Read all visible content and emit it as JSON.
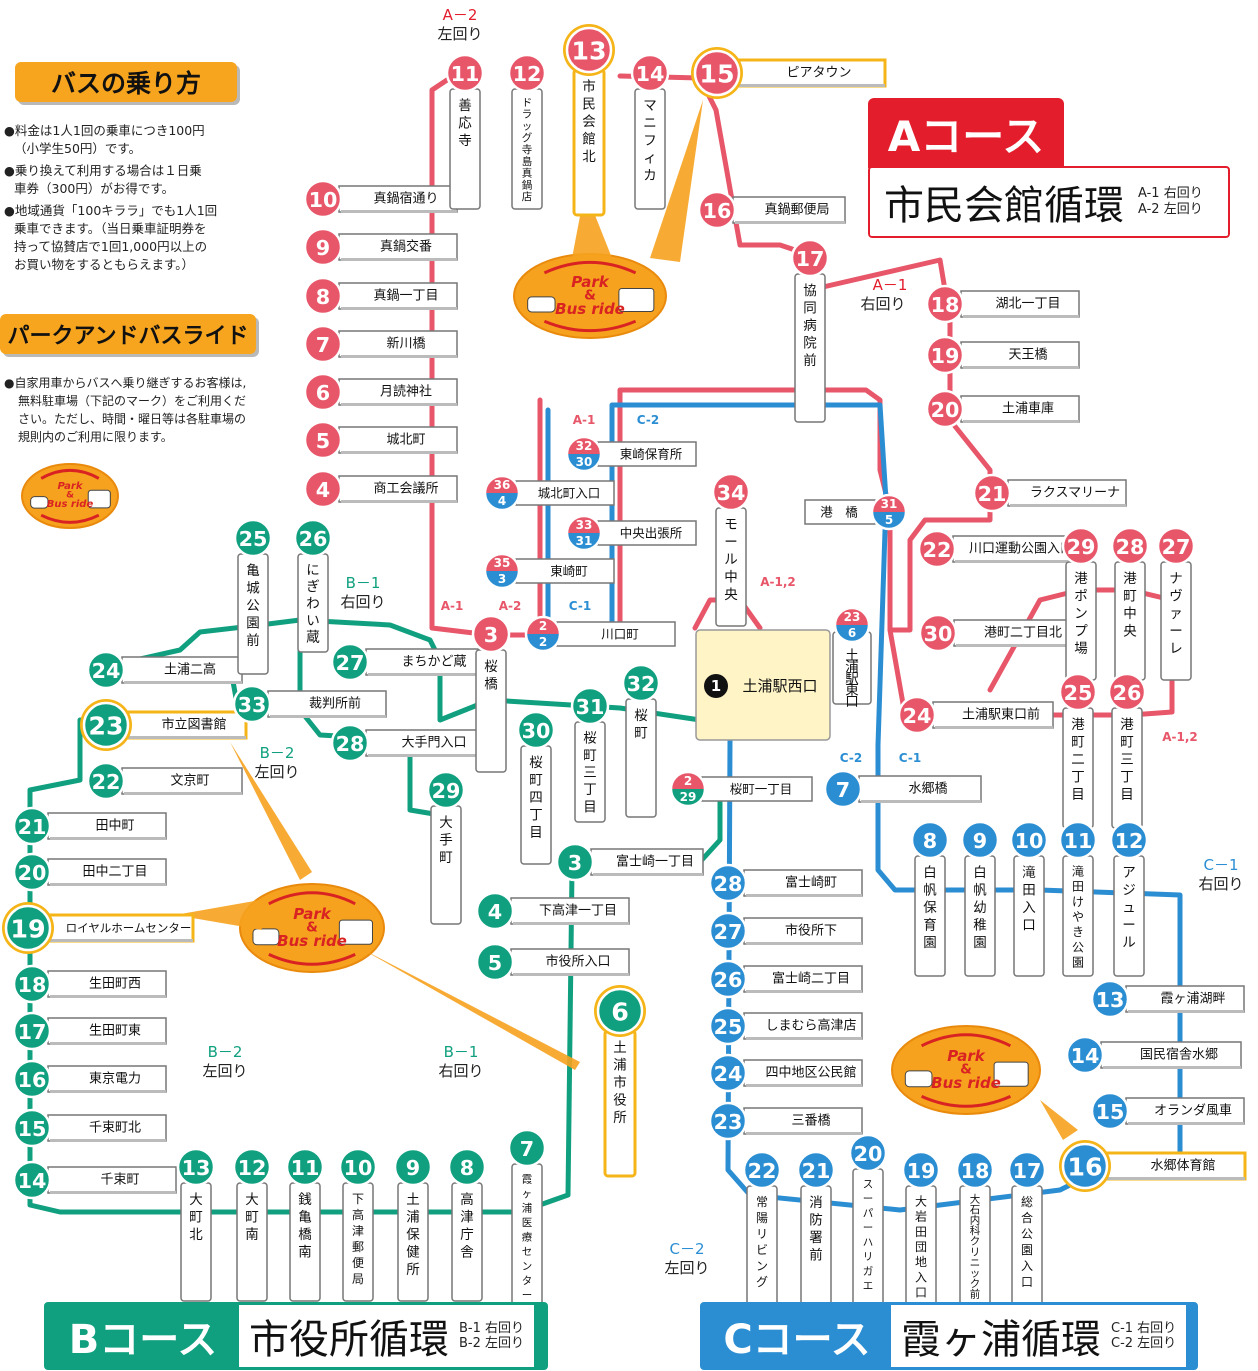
{
  "colors": {
    "A": "#e8566a",
    "B": "#10a07f",
    "C": "#2b8ed3",
    "highlight": "#f5b417",
    "park": "#f6a21e",
    "ink": "#111111"
  },
  "sidebar": {
    "howto_title": "バスの乗り方",
    "howto": [
      "●料金は1人1回の乗車につき100円",
      "（小学生50円）です。",
      "●乗り換えて利用する場合は１日乗",
      "車券（300円）がお得です。",
      "●地域通貨「100キララ」でも1人1回",
      "乗車できます。（当日乗車証明券を",
      "持って協賛店で1回1,000円以上の",
      "お買い物をするともらえます。）"
    ],
    "pr_title": "パークアンドバスライド",
    "pr": [
      "●自家用車からバスへ乗り継ぎするお客様は,",
      "無料駐車場（下記のマーク）をご利用くだ",
      "さい。ただし、時間・曜日等は各駐車場の",
      "規則内のご利用に限ります。"
    ]
  },
  "park_label": [
    "Park",
    "&",
    "Bus ride"
  ],
  "legends": [
    {
      "code": "Aコース",
      "name": "市民会館循環",
      "sub": [
        "A-1 右回り",
        "A-2 左回り"
      ]
    },
    {
      "code": "Bコース",
      "name": "市役所循環",
      "sub": [
        "B-1 右回り",
        "B-2 左回り"
      ]
    },
    {
      "code": "Cコース",
      "name": "霞ヶ浦循環",
      "sub": [
        "C-1 右回り",
        "C-2 左回り"
      ]
    }
  ],
  "stops_h": [
    {
      "n": "15",
      "name": "ピアタウン",
      "c": "A",
      "hl": true
    },
    {
      "n": "10",
      "name": "真鍋宿通り",
      "c": "A"
    },
    {
      "n": "9",
      "name": "真鍋交番",
      "c": "A"
    },
    {
      "n": "8",
      "name": "真鍋一丁目",
      "c": "A"
    },
    {
      "n": "7",
      "name": "新川橋",
      "c": "A"
    },
    {
      "n": "6",
      "name": "月読神社",
      "c": "A"
    },
    {
      "n": "5",
      "name": "城北町",
      "c": "A"
    },
    {
      "n": "4",
      "name": "商工会議所",
      "c": "A"
    },
    {
      "n": "16",
      "name": "真鍋郵便局",
      "c": "A"
    },
    {
      "n": "18",
      "name": "湖北一丁目",
      "c": "A"
    },
    {
      "n": "19",
      "name": "天王橋",
      "c": "A"
    },
    {
      "n": "20",
      "name": "土浦車庫",
      "c": "A"
    },
    {
      "n": "21",
      "name": "ラクスマリーナ",
      "c": "A"
    },
    {
      "n": "22",
      "name": "川口運動公園入口",
      "c": "A"
    },
    {
      "n": "30",
      "name": "港町二丁目北",
      "c": "A"
    },
    {
      "n": "24",
      "name": "土浦駅東口前",
      "c": "A"
    },
    {
      "n": "24",
      "name": "土浦二高",
      "c": "B"
    },
    {
      "n": "23",
      "name": "市立図書館",
      "c": "B",
      "hl": true
    },
    {
      "n": "22",
      "name": "文京町",
      "c": "B"
    },
    {
      "n": "21",
      "name": "田中町",
      "c": "B"
    },
    {
      "n": "20",
      "name": "田中二丁目",
      "c": "B"
    },
    {
      "n": "19",
      "name": "ロイヤルホームセンター",
      "c": "B",
      "hl": true
    },
    {
      "n": "18",
      "name": "生田町西",
      "c": "B"
    },
    {
      "n": "17",
      "name": "生田町東",
      "c": "B"
    },
    {
      "n": "16",
      "name": "東京電力",
      "c": "B"
    },
    {
      "n": "15",
      "name": "千束町北",
      "c": "B"
    },
    {
      "n": "14",
      "name": "千束町",
      "c": "B"
    },
    {
      "n": "33",
      "name": "裁判所前",
      "c": "B"
    },
    {
      "n": "27",
      "name": "まちかど蔵",
      "c": "B"
    },
    {
      "n": "28",
      "name": "大手門入口",
      "c": "B"
    },
    {
      "n": "3",
      "name": "富士崎一丁目",
      "c": "B"
    },
    {
      "n": "4",
      "name": "下高津一丁目",
      "c": "B"
    },
    {
      "n": "5",
      "name": "市役所入口",
      "c": "B"
    },
    {
      "n": "7",
      "name": "水郷橋",
      "c": "C"
    },
    {
      "n": "28",
      "name": "富士崎町",
      "c": "C"
    },
    {
      "n": "27",
      "name": "市役所下",
      "c": "C"
    },
    {
      "n": "26",
      "name": "富士崎二丁目",
      "c": "C"
    },
    {
      "n": "25",
      "name": "しまむら高津店",
      "c": "C"
    },
    {
      "n": "24",
      "name": "四中地区公民館",
      "c": "C"
    },
    {
      "n": "23",
      "name": "三番橋",
      "c": "C"
    },
    {
      "n": "13",
      "name": "霞ヶ浦湖畔",
      "c": "C"
    },
    {
      "n": "14",
      "name": "国民宿舎水郷",
      "c": "C"
    },
    {
      "n": "15",
      "name": "オランダ風車",
      "c": "C"
    },
    {
      "n": "16",
      "name": "水郷体育館",
      "c": "C",
      "hl": true
    }
  ],
  "stops_v": [
    {
      "n": "11",
      "name": "善応寺",
      "c": "A"
    },
    {
      "n": "12",
      "name": "ドラッグ寺島真鍋店",
      "c": "A"
    },
    {
      "n": "13",
      "name": "市民会館北",
      "c": "A",
      "hl": true
    },
    {
      "n": "14",
      "name": "マニフィカ",
      "c": "A"
    },
    {
      "n": "17",
      "name": "協同病院前",
      "c": "A"
    },
    {
      "n": "3",
      "name": "桜橋",
      "c": "A"
    },
    {
      "n": "34",
      "name": "モール中央",
      "c": "A"
    },
    {
      "n": "29",
      "name": "港ポンプ場",
      "c": "A"
    },
    {
      "n": "28",
      "name": "港町中央",
      "c": "A"
    },
    {
      "n": "27",
      "name": "ナヴァーレ",
      "c": "A"
    },
    {
      "n": "25",
      "name": "港町二丁目",
      "c": "A"
    },
    {
      "n": "26",
      "name": "港町三丁目",
      "c": "A"
    },
    {
      "n": "25",
      "name": "亀城公園前",
      "c": "B"
    },
    {
      "n": "26",
      "name": "にぎわい蔵",
      "c": "B"
    },
    {
      "n": "29",
      "name": "大手町",
      "c": "B"
    },
    {
      "n": "30",
      "name": "桜町四丁目",
      "c": "B"
    },
    {
      "n": "31",
      "name": "桜町三丁目",
      "c": "B"
    },
    {
      "n": "32",
      "name": "桜町",
      "c": "B"
    },
    {
      "n": "6",
      "name": "土浦市役所",
      "c": "B",
      "hl": true
    },
    {
      "n": "13",
      "name": "大町北",
      "c": "B"
    },
    {
      "n": "12",
      "name": "大町南",
      "c": "B"
    },
    {
      "n": "11",
      "name": "銭亀橋南",
      "c": "B"
    },
    {
      "n": "10",
      "name": "下高津郵便局",
      "c": "B"
    },
    {
      "n": "9",
      "name": "土浦保健所",
      "c": "B"
    },
    {
      "n": "8",
      "name": "高津庁舎",
      "c": "B"
    },
    {
      "n": "7",
      "name": "霞ヶ浦医療センター",
      "c": "B"
    },
    {
      "n": "8",
      "name": "白帆保育園",
      "c": "C"
    },
    {
      "n": "9",
      "name": "白帆幼稚園",
      "c": "C"
    },
    {
      "n": "10",
      "name": "滝田入口",
      "c": "C"
    },
    {
      "n": "11",
      "name": "滝田けやき公園",
      "c": "C"
    },
    {
      "n": "12",
      "name": "アジュール",
      "c": "C"
    },
    {
      "n": "22",
      "name": "常陽リビング",
      "c": "C"
    },
    {
      "n": "21",
      "name": "消防署前",
      "c": "C"
    },
    {
      "n": "20",
      "name": "スーパーハリガエ",
      "c": "C"
    },
    {
      "n": "19",
      "name": "大岩田団地入口",
      "c": "C"
    },
    {
      "n": "18",
      "name": "大石内科クリニック前",
      "c": "C"
    },
    {
      "n": "17",
      "name": "総合公園入口",
      "c": "C"
    },
    {
      "n": "",
      "name": "土浦駅東口",
      "c": "S"
    }
  ],
  "stops_d": [
    {
      "top": "32",
      "bot": "30",
      "name": "東崎保育所"
    },
    {
      "top": "36",
      "bot": "4",
      "name": "城北町入口"
    },
    {
      "top": "33",
      "bot": "31",
      "name": "中央出張所"
    },
    {
      "top": "35",
      "bot": "3",
      "name": "東崎町"
    },
    {
      "top": "2",
      "bot": "2",
      "name": "川口町"
    },
    {
      "top": "31",
      "bot": "5",
      "name": "港　橋"
    },
    {
      "top": "23",
      "bot": "6",
      "name": ""
    },
    {
      "top": "2",
      "bot": "29",
      "name": "桜町一丁目"
    }
  ],
  "terminal": {
    "n": "1",
    "name": "土浦駅西口"
  },
  "direction_labels": [
    {
      "code": "A－2",
      "dir": "左回り"
    },
    {
      "code": "A－1",
      "dir": "右回り"
    },
    {
      "code": "B－1",
      "dir": "右回り"
    },
    {
      "code": "B－2",
      "dir": "左回り"
    },
    {
      "code": "B－2",
      "dir": "左回り"
    },
    {
      "code": "B－1",
      "dir": "右回り"
    },
    {
      "code": "C－1",
      "dir": "右回り"
    },
    {
      "code": "C－2",
      "dir": "左回り"
    }
  ],
  "small_labels": [
    "A-1",
    "A-2",
    "C-1",
    "A-1",
    "C-2",
    "A-1,2",
    "C-2",
    "C-1",
    "A-1,2"
  ]
}
